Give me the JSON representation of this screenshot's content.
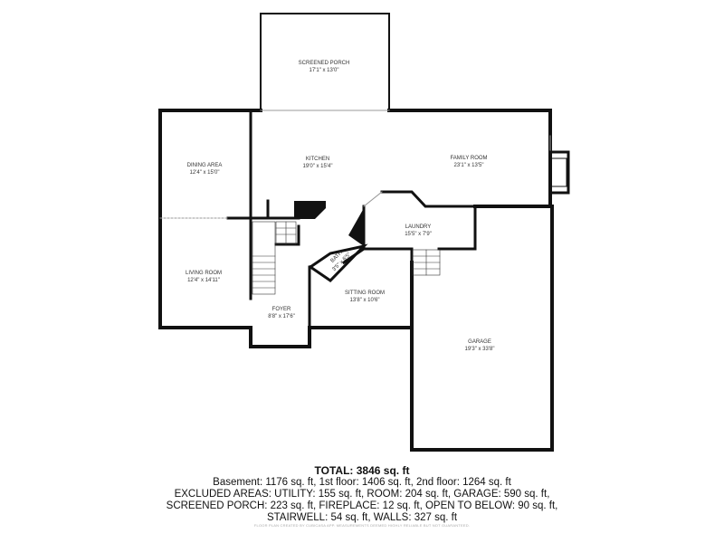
{
  "rooms": [
    {
      "name": "SCREENED PORCH",
      "size": "17'1\" x 13'0\""
    },
    {
      "name": "DINING AREA",
      "size": "12'4\" x 15'0\""
    },
    {
      "name": "KITCHEN",
      "size": "19'0\" x 15'4\""
    },
    {
      "name": "FAMILY ROOM",
      "size": "23'1\" x 13'5\""
    },
    {
      "name": "LAUNDRY",
      "size": "15'5\" x 7'9\""
    },
    {
      "name": "BATH",
      "size": "3'5\" x 6'5\""
    },
    {
      "name": "LIVING ROOM",
      "size": "12'4\" x 14'11\""
    },
    {
      "name": "SITTING ROOM",
      "size": "13'8\" x 10'6\""
    },
    {
      "name": "FOYER",
      "size": "8'8\" x 17'6\""
    },
    {
      "name": "GARAGE",
      "size": "19'3\" x 33'8\""
    }
  ],
  "summary": {
    "total": "TOTAL: 3846 sq. ft",
    "line1": "Basement: 1176 sq. ft, 1st floor: 1406 sq. ft, 2nd floor: 1264 sq. ft",
    "line2": "EXCLUDED AREAS: UTILITY: 155 sq. ft, ROOM: 204 sq. ft, GARAGE: 590 sq. ft,",
    "line3": "SCREENED PORCH: 223 sq. ft, FIREPLACE: 12 sq. ft, OPEN TO BELOW: 90 sq. ft,",
    "line4": "STAIRWELL: 54 sq. ft, WALLS: 327 sq. ft"
  },
  "disclaimer": "FLOOR PLAN CREATED BY CUBICASA APP. MEASUREMENTS DEEMED HIGHLY RELIABLE BUT NOT GUARANTEED."
}
